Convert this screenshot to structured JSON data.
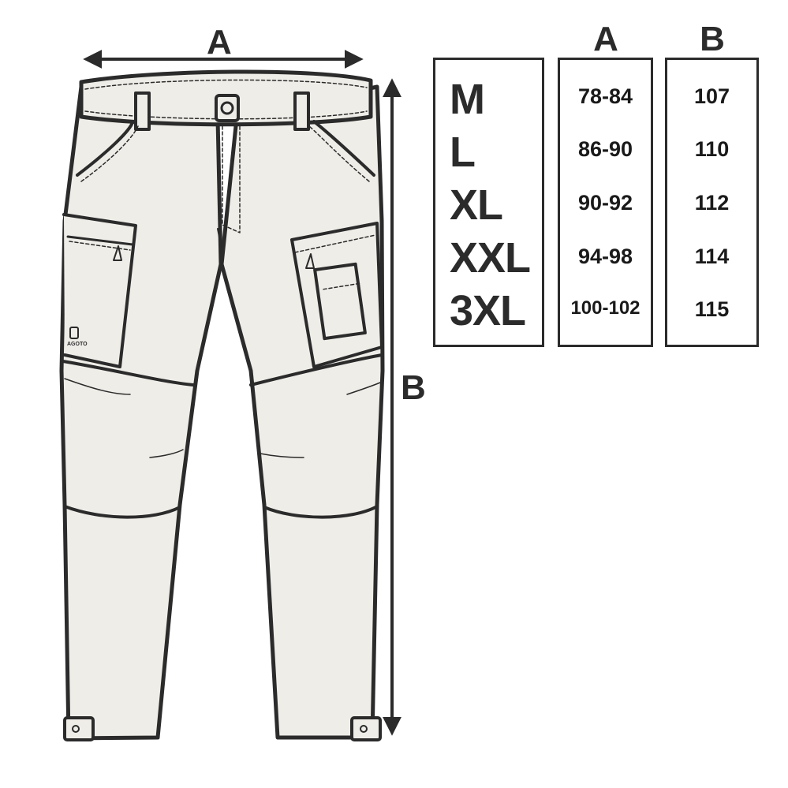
{
  "dimension_labels": {
    "waist": "A",
    "length": "B"
  },
  "table": {
    "headers": {
      "col_a": "A",
      "col_b": "B"
    },
    "rows": [
      {
        "size": "M",
        "a": "78-84",
        "b": "107"
      },
      {
        "size": "L",
        "a": "86-90",
        "b": "110"
      },
      {
        "size": "XL",
        "a": "90-92",
        "b": "112"
      },
      {
        "size": "XXL",
        "a": "94-98",
        "b": "114"
      },
      {
        "size": "3XL",
        "a": "100-102",
        "b": "115"
      }
    ]
  },
  "brand_mark": "AGOTO",
  "colors": {
    "fabric": "#efede8",
    "outline": "#2b2b2b",
    "background": "#ffffff"
  },
  "icons": [
    "arrow-horizontal-icon",
    "arrow-vertical-icon",
    "zipper-pull-icon",
    "button-icon",
    "brand-logo"
  ]
}
